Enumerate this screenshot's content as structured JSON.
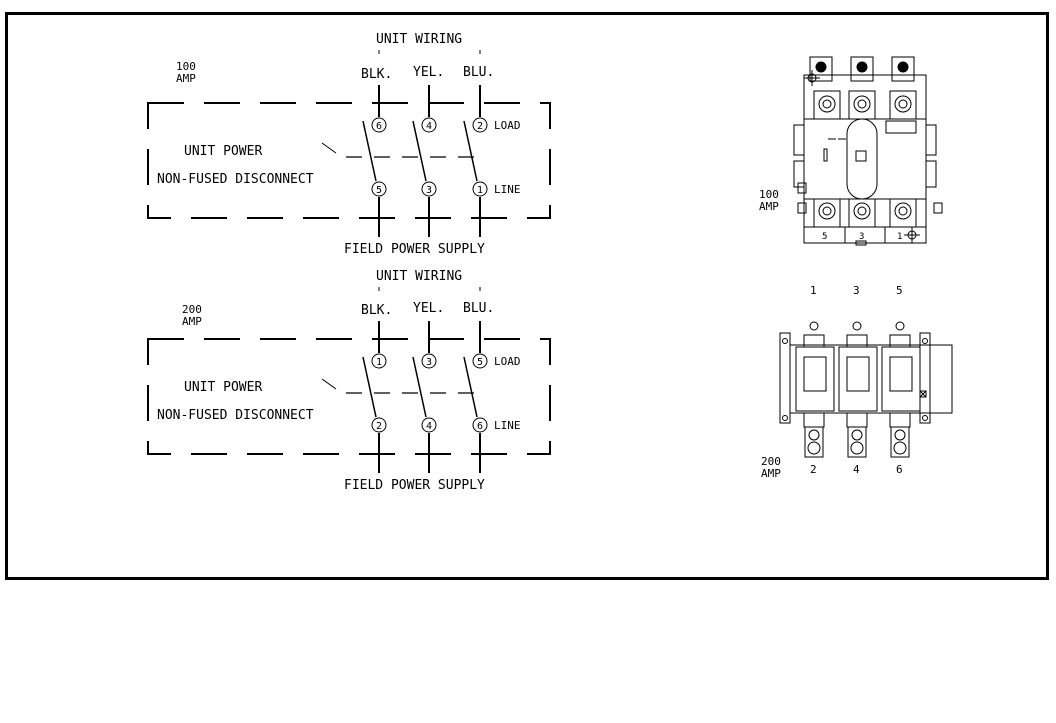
{
  "schematic_100": {
    "header": "UNIT WIRING",
    "rating": {
      "value": "100",
      "unit": "AMP"
    },
    "wire_colors": [
      "BLK.",
      "YEL.",
      "BLU."
    ],
    "top_terminals": [
      "6",
      "4",
      "2"
    ],
    "bottom_terminals": [
      "5",
      "3",
      "1"
    ],
    "load_label": "LOAD",
    "line_label": "LINE",
    "unit_power": "UNIT POWER",
    "disconnect": "NON-FUSED DISCONNECT",
    "footer": "FIELD POWER SUPPLY"
  },
  "schematic_200": {
    "header": "UNIT WIRING",
    "rating": {
      "value": "200",
      "unit": "AMP"
    },
    "wire_colors": [
      "BLK.",
      "YEL.",
      "BLU."
    ],
    "top_terminals": [
      "1",
      "3",
      "5"
    ],
    "bottom_terminals": [
      "2",
      "4",
      "6"
    ],
    "load_label": "LOAD",
    "line_label": "LINE",
    "unit_power": "UNIT POWER",
    "disconnect": "NON-FUSED DISCONNECT",
    "footer": "FIELD POWER SUPPLY"
  },
  "device_100": {
    "rating": {
      "value": "100",
      "unit": "AMP"
    },
    "bottom_numbers": [
      "5",
      "3",
      "1"
    ]
  },
  "device_200": {
    "rating": {
      "value": "200",
      "unit": "AMP"
    },
    "top_numbers": [
      "1",
      "3",
      "5"
    ],
    "bottom_numbers": [
      "2",
      "4",
      "6"
    ]
  }
}
